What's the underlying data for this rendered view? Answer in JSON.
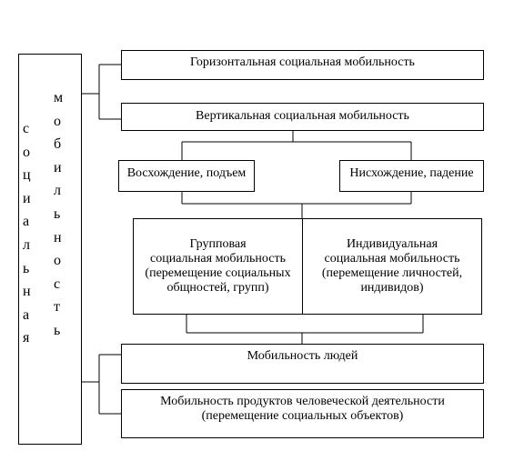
{
  "root": {
    "column_1": [
      "с",
      "о",
      "ц",
      "и",
      "а",
      "л",
      "ь",
      "н",
      "а",
      "я"
    ],
    "column_2": [
      "м",
      "о",
      "б",
      "и",
      "л",
      "ь",
      "н",
      "о",
      "с",
      "т",
      "ь"
    ]
  },
  "horizontal": "Горизонтальная социальная мобильность",
  "vertical": "Вертикальная социальная мобильность",
  "ascent": "Восхождение, подъем",
  "descent": "Нисхождение, падение",
  "group": [
    "Групповая",
    "социальная мобильность",
    "(перемещение социальных",
    "общностей, групп)"
  ],
  "individual": [
    "Индивидуальная",
    "социальная мобильность",
    "(перемещение личностей,",
    "индивидов)"
  ],
  "people": "Мобильность людей",
  "products": [
    "Мобильность продуктов человеческой деятельности",
    "(перемещение социальных объектов)"
  ]
}
